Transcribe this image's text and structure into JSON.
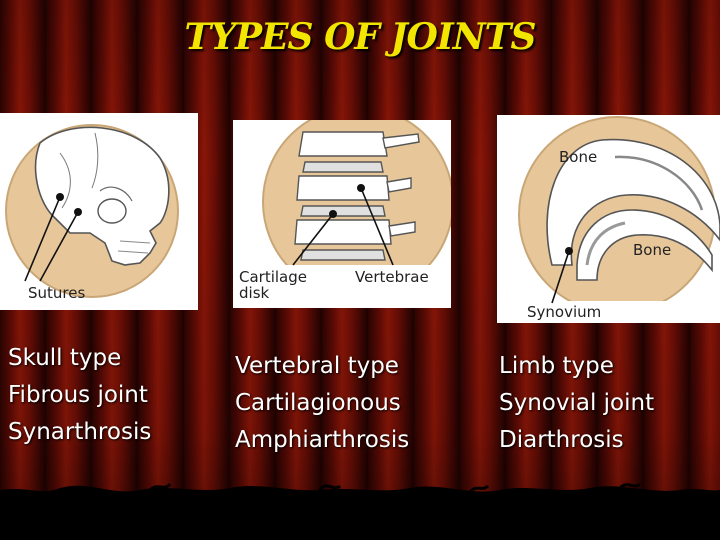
{
  "slide": {
    "title": "TYPES OF JOINTS",
    "colors": {
      "title": "#f2e600",
      "text": "#ffffff",
      "curtain": "#6a0e05",
      "panel_circle": "#e7c79a"
    },
    "joints": [
      {
        "caption": [
          "Skull type",
          "Fibrous joint",
          "Synarthrosis"
        ],
        "diagram_labels": [
          "Sutures"
        ]
      },
      {
        "caption": [
          "Vertebral type",
          "Cartilagionous",
          "Amphiarthrosis"
        ],
        "diagram_labels": [
          "Cartilage",
          "disk",
          "Vertebrae"
        ]
      },
      {
        "caption": [
          "Limb type",
          "Synovial joint",
          "Diarthrosis"
        ],
        "diagram_labels": [
          "Bone",
          "Bone",
          "Synovium"
        ]
      }
    ]
  }
}
